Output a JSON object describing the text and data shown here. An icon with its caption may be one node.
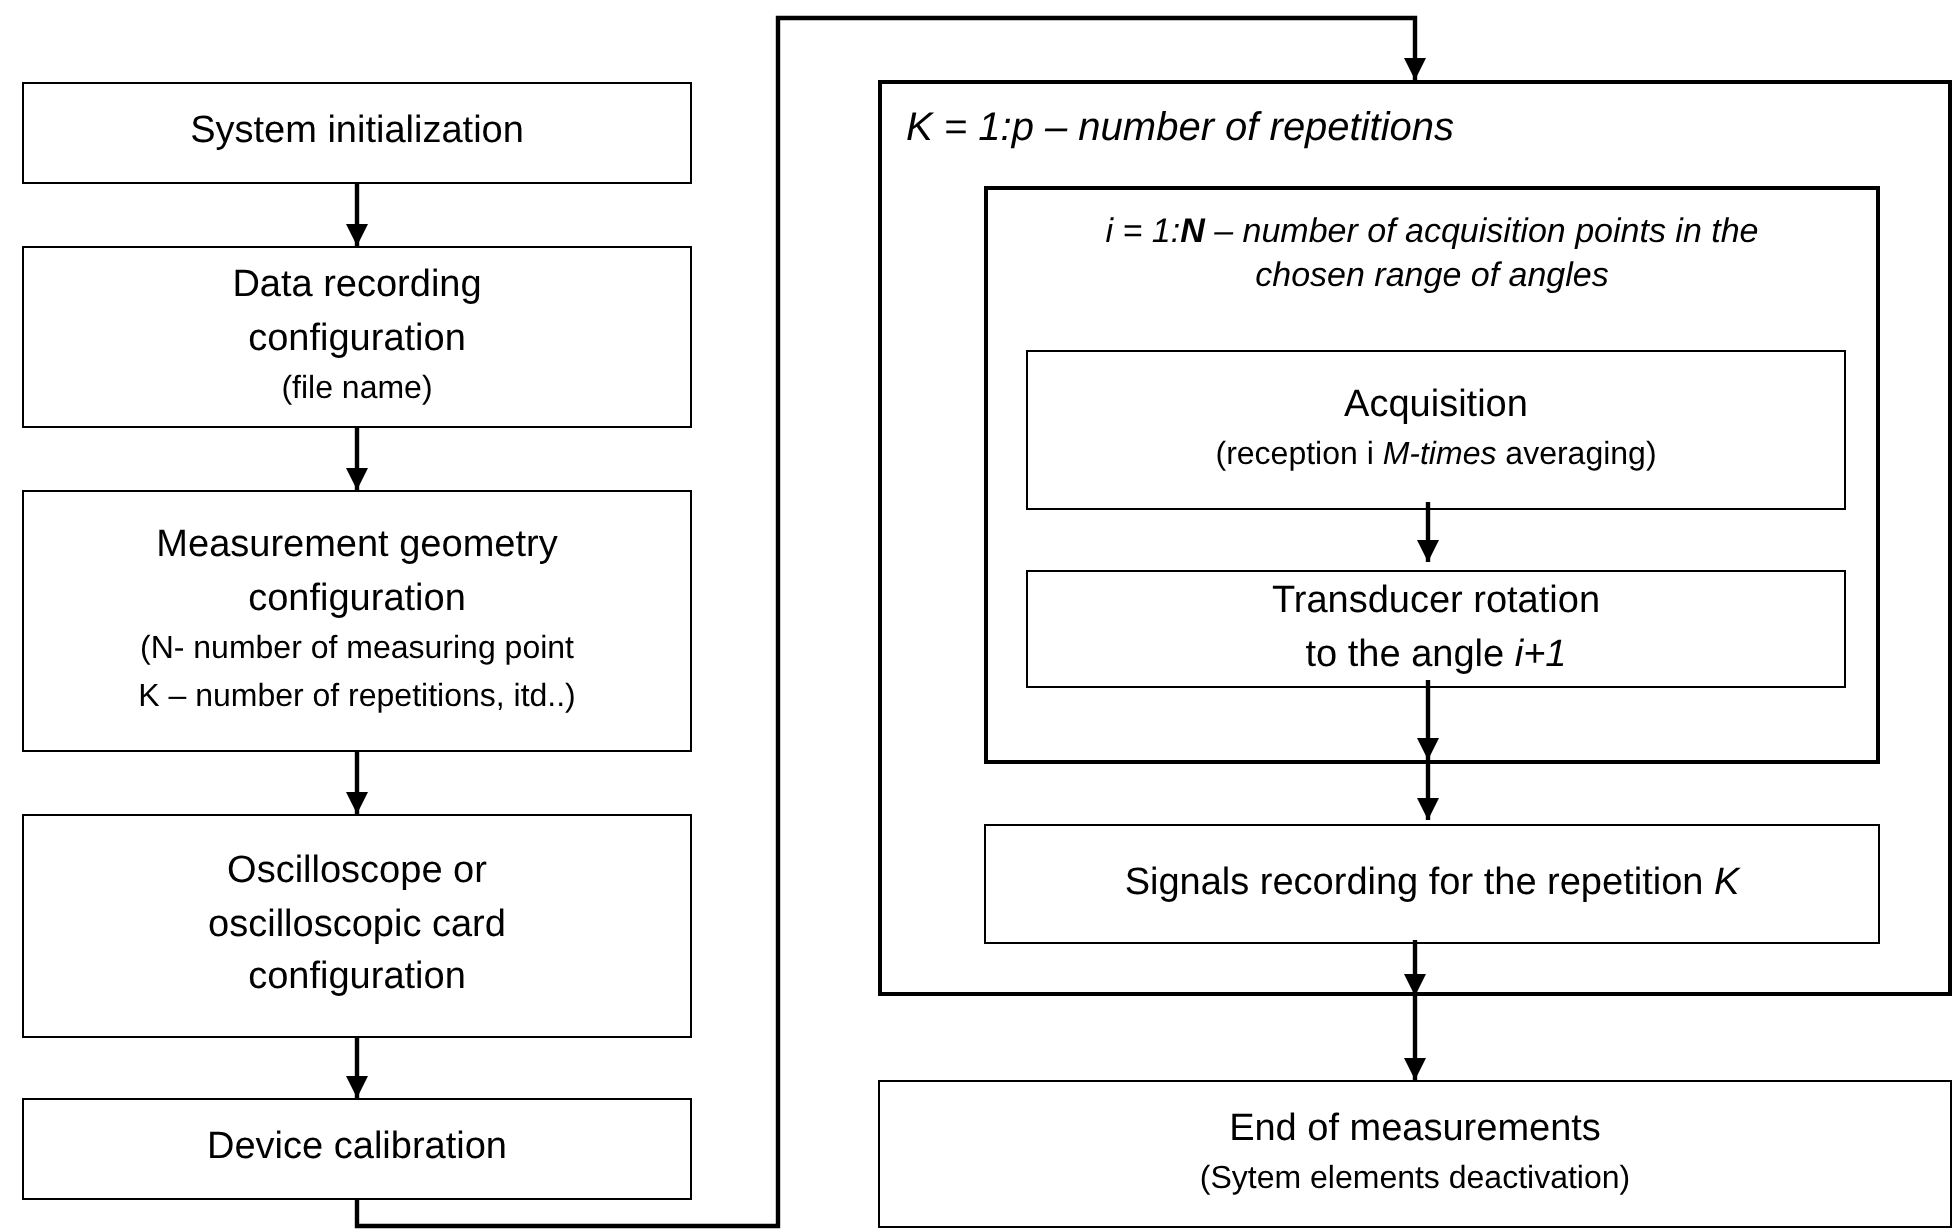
{
  "diagram": {
    "nodes": [
      {
        "text": [
          "System initialization"
        ]
      },
      {
        "text": [
          "Data recording configuration",
          "(file name)"
        ]
      },
      {
        "text": [
          "Measurement geometry configuration",
          "(N- number of measuring point K – number of repetitions, itd..)"
        ]
      },
      {
        "text": [
          "Oscilloscope or oscilloscopic card configuration"
        ]
      },
      {
        "text": [
          "Device calibration"
        ]
      },
      {
        "text": [
          "K = 1:p – number of repetitions"
        ]
      },
      {
        "text": [
          "i = 1:**N** – number of acquisition points in the chosen range of angles"
        ],
        "in": 5
      },
      {
        "text": [
          "Acquisition",
          "(reception i *M-times* averaging)"
        ],
        "in": 6
      },
      {
        "text": [
          "Transducer rotation to the angle *i+1*"
        ],
        "in": 6
      },
      {
        "text": [
          "Signals recording for the repetition *K*"
        ],
        "in": 5
      },
      {
        "text": [
          "End of measurements",
          "(Sytem elements deactivation)"
        ]
      }
    ],
    "edges": [
      {
        "from": 0,
        "to": 1,
        "arrow": "to"
      },
      {
        "from": 1,
        "to": 2,
        "arrow": "to"
      },
      {
        "from": 2,
        "to": 3,
        "arrow": "to"
      },
      {
        "from": 3,
        "to": 4,
        "arrow": "to"
      },
      {
        "from": 4,
        "to": 5,
        "arrow": "to"
      },
      {
        "from": 7,
        "to": 8,
        "arrow": "to"
      },
      {
        "from": 8,
        "to": 6,
        "arrow": "to"
      },
      {
        "from": 6,
        "to": 9,
        "arrow": "to"
      },
      {
        "from": 9,
        "to": 5,
        "arrow": "to"
      },
      {
        "from": 5,
        "to": 10,
        "arrow": "to"
      }
    ]
  }
}
